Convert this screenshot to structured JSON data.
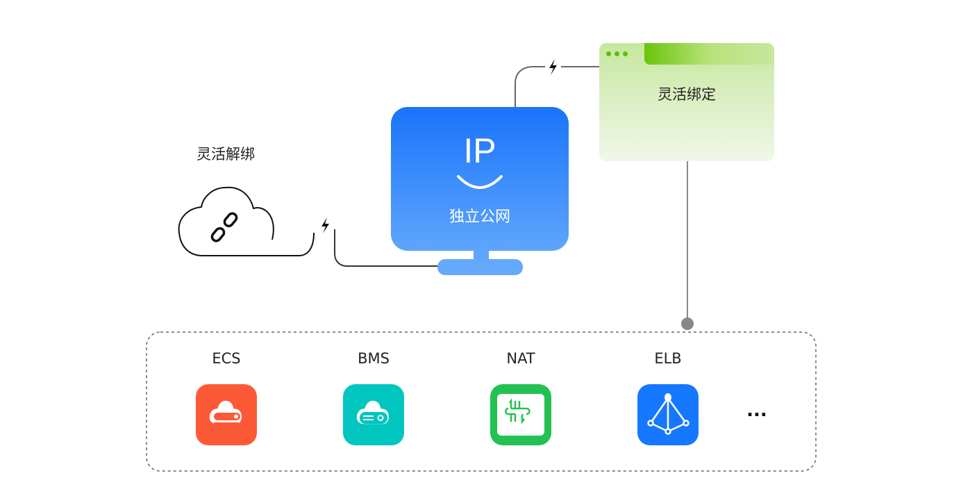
{
  "unbind_label": "灵活解绑",
  "bind_label": "灵活绑定",
  "center": {
    "logo": "IP",
    "label": "独立公网"
  },
  "services": [
    {
      "name": "ECS",
      "color": "#fc5a37",
      "icon": "cloud-server-icon"
    },
    {
      "name": "BMS",
      "color": "#00c6bf",
      "icon": "bare-metal-icon"
    },
    {
      "name": "NAT",
      "color": "#23c152",
      "icon": "nat-icon"
    },
    {
      "name": "ELB",
      "color": "#1677ff",
      "icon": "load-balancer-icon"
    }
  ],
  "more": "..."
}
